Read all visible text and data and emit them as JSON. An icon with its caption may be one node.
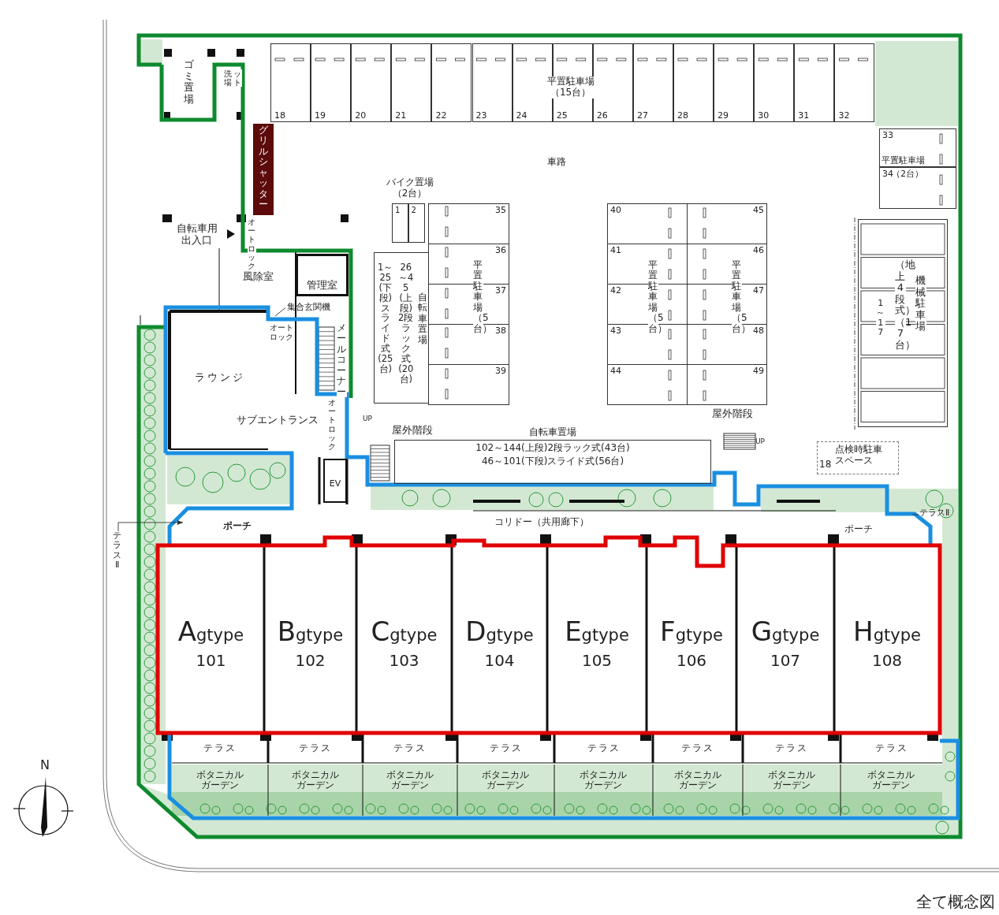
{
  "diagram": {
    "nodes": [
      {
        "text": [
          "ゴミ置場"
        ]
      },
      {
        "text": [
          "グリルシャッター"
        ]
      },
      {
        "text": [
          "18"
        ]
      },
      {
        "text": [
          "19"
        ]
      },
      {
        "text": [
          "20"
        ]
      },
      {
        "text": [
          "21"
        ]
      },
      {
        "text": [
          "22"
        ]
      },
      {
        "text": [
          "23"
        ]
      },
      {
        "text": [
          "24"
        ]
      },
      {
        "text": [
          "25"
        ]
      },
      {
        "text": [
          "26"
        ]
      },
      {
        "text": [
          "27"
        ]
      },
      {
        "text": [
          "28"
        ]
      },
      {
        "text": [
          "29"
        ]
      },
      {
        "text": [
          "30"
        ]
      },
      {
        "text": [
          "31"
        ]
      },
      {
        "text": [
          "32"
        ]
      },
      {
        "text": [
          "33"
        ]
      },
      {
        "text": [
          "34"
        ]
      },
      {
        "text": [
          "1"
        ]
      },
      {
        "text": [
          "2"
        ]
      },
      {
        "text": [
          "35"
        ]
      },
      {
        "text": [
          "36"
        ]
      },
      {
        "text": [
          "37"
        ]
      },
      {
        "text": [
          "38"
        ]
      },
      {
        "text": [
          "39"
        ]
      },
      {
        "text": [
          "1～25(下段)スライド式(25台)",
          "26～45(上段)2段ラック式(20台)",
          "自転車置場"
        ]
      },
      {
        "text": [
          "40"
        ]
      },
      {
        "text": [
          "41"
        ]
      },
      {
        "text": [
          "42"
        ]
      },
      {
        "text": [
          "43"
        ]
      },
      {
        "text": [
          "44"
        ]
      },
      {
        "text": [
          "45"
        ]
      },
      {
        "text": [
          "46"
        ]
      },
      {
        "text": [
          "47"
        ]
      },
      {
        "text": [
          "48"
        ]
      },
      {
        "text": [
          "49"
        ]
      },
      {
        "text": [
          "1～17",
          "（地上4段式）（17台）",
          "機械駐車場"
        ]
      },
      {
        "text": [
          "風除室"
        ]
      },
      {
        "text": [
          "管理室"
        ]
      },
      {
        "text": [
          "ラウンジ"
        ]
      },
      {
        "text": [
          "集合玄関機"
        ]
      },
      {
        "text": [
          "EV"
        ]
      },
      {
        "text": [
          "自転車置場",
          "102～144(上段)2段ラック式(43台)",
          "46～101(下段)スライド式(56台)"
        ]
      },
      {
        "text": [
          "18",
          "点検時駐車スペース"
        ]
      },
      {
        "text": [
          "テラスⅡ"
        ]
      },
      {
        "text": [
          "テラスⅡ"
        ]
      },
      {
        "text": [
          "Agtype",
          "101"
        ]
      },
      {
        "text": [
          "Bgtype",
          "102"
        ]
      },
      {
        "text": [
          "Cgtype",
          "103"
        ]
      },
      {
        "text": [
          "Dgtype",
          "104"
        ]
      },
      {
        "text": [
          "Egtype",
          "105"
        ]
      },
      {
        "text": [
          "Fgtype",
          "106"
        ]
      },
      {
        "text": [
          "Ggtype",
          "107"
        ]
      },
      {
        "text": [
          "Hgtype",
          "108"
        ]
      },
      {
        "text": [
          "テラス"
        ]
      },
      {
        "text": [
          "テラス"
        ]
      },
      {
        "text": [
          "テラス"
        ]
      },
      {
        "text": [
          "テラス"
        ]
      },
      {
        "text": [
          "テラス"
        ]
      },
      {
        "text": [
          "テラス"
        ]
      },
      {
        "text": [
          "テラス"
        ]
      },
      {
        "text": [
          "テラス"
        ]
      },
      {
        "text": [
          "ボタニカルガーデン"
        ]
      },
      {
        "text": [
          "ボタニカルガーデン"
        ]
      },
      {
        "text": [
          "ボタニカルガーデン"
        ]
      },
      {
        "text": [
          "ボタニカルガーデン"
        ]
      },
      {
        "text": [
          "ボタニカルガーデン"
        ]
      },
      {
        "text": [
          "ボタニカルガーデン"
        ]
      },
      {
        "text": [
          "ボタニカルガーデン"
        ]
      },
      {
        "text": [
          "ボタニカルガーデン"
        ]
      }
    ],
    "edges": [
      {
        "from": 45,
        "to": null,
        "arrow": "to"
      },
      {
        "from": 41,
        "to": null,
        "arrow": "none"
      },
      {
        "from": 46,
        "to": null,
        "arrow": "none"
      }
    ],
    "labels": [
      "洗場",
      "ット",
      "平置駐車場（15台）",
      "車路",
      "バイク置場（2台）",
      "自転車用出入口",
      "オートロック",
      "平置駐車場",
      "（2台）",
      "平置駐車場（5台）",
      "平置駐車場（5台）",
      "平置駐車場（5台）",
      "オートロック",
      "メールコーナー",
      "オートロック",
      "サブエントランス",
      "屋外階段",
      "UP",
      "屋外階段",
      "UP",
      "ポーチ",
      "コリドー（共用廊下）",
      "ポーチ",
      "N",
      "全て概念図"
    ]
  }
}
